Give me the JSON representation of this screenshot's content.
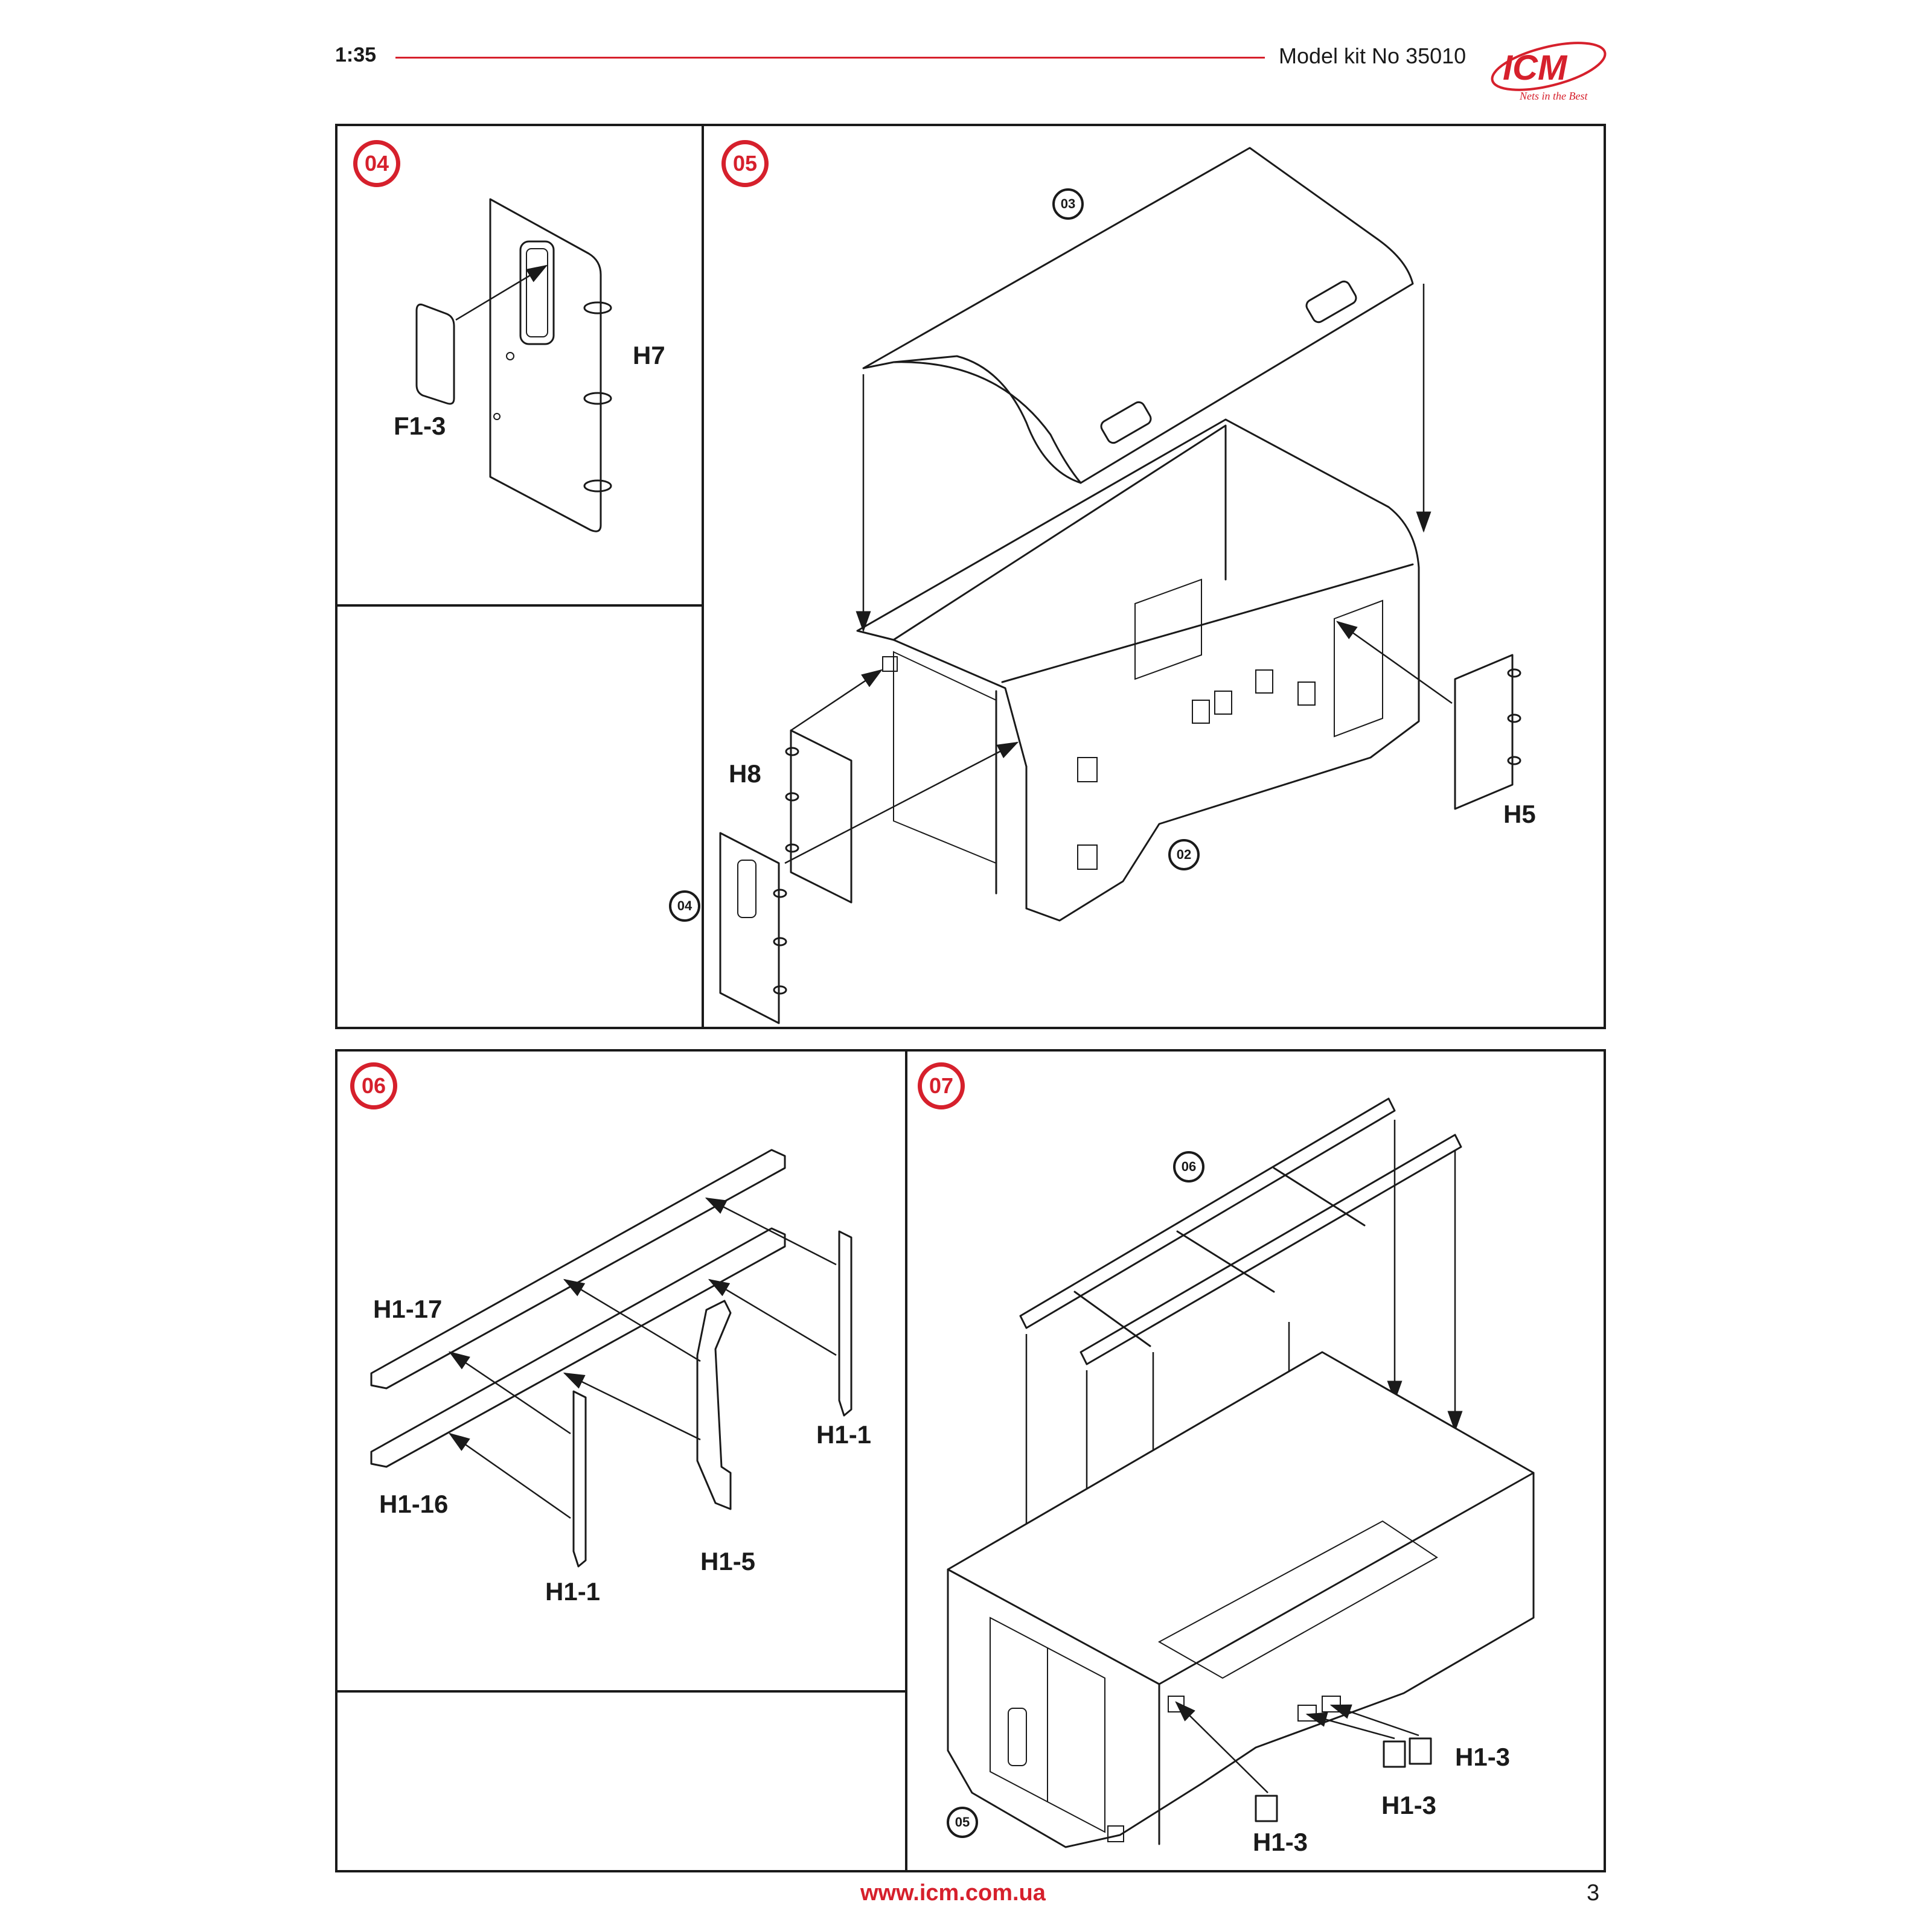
{
  "header": {
    "scale": "1:35",
    "kit": "Model kit No 35010",
    "logo": {
      "text": "ICM",
      "tagline": "Nets in the Best",
      "color": "#d6202c"
    }
  },
  "steps": {
    "s04": {
      "number": "04",
      "parts": [
        "H7",
        "F1-3"
      ]
    },
    "s05": {
      "number": "05",
      "refs": [
        "03",
        "02",
        "04"
      ],
      "parts": [
        "H8",
        "H5"
      ]
    },
    "s06": {
      "number": "06",
      "parts": [
        "H1-17",
        "H1-16",
        "H1-1",
        "H1-5",
        "H1-1"
      ]
    },
    "s07": {
      "number": "07",
      "refs": [
        "06",
        "05"
      ],
      "parts": [
        "H1-3",
        "H1-3",
        "H1-3"
      ]
    }
  },
  "footer": {
    "url": "www.icm.com.ua",
    "page": "3"
  },
  "colors": {
    "accent": "#d6202c",
    "ink": "#1a1a1a"
  }
}
